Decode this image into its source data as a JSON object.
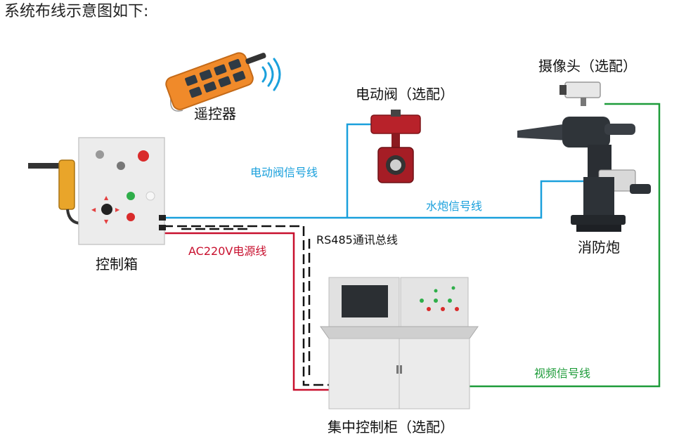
{
  "title": "系统布线示意图如下:",
  "devices": {
    "remote": "遥控器",
    "valve": "电动阀（选配）",
    "camera": "摄像头（选配）",
    "control_box": "控制箱",
    "cannon": "消防炮",
    "cabinet": "集中控制柜（选配）"
  },
  "wires": {
    "valve_signal": "电动阀信号线",
    "cannon_signal": "水炮信号线",
    "ac_power": "AC220V电源线",
    "rs485": "RS485通讯总线",
    "video_signal": "视频信号线"
  },
  "colors": {
    "signal_blue": "#1aa0dc",
    "power_red": "#c8102e",
    "bus_black": "#111111",
    "video_green": "#1e9c3a"
  },
  "icons": [
    "remote-control-icon",
    "wireless-signal-icon",
    "control-box-icon",
    "electric-valve-icon",
    "camera-icon",
    "fire-cannon-icon",
    "control-cabinet-icon"
  ]
}
